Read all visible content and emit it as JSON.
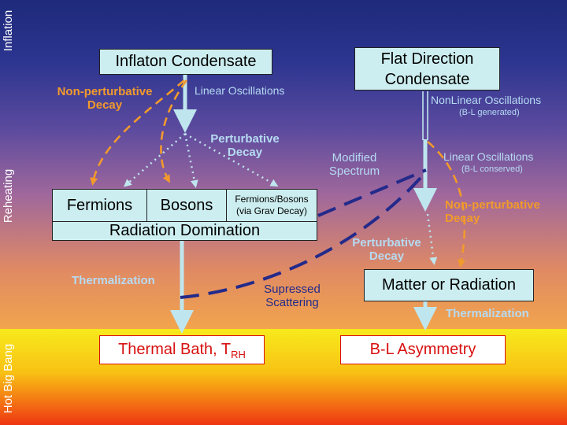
{
  "phases": {
    "inflation": "Inflation",
    "reheating": "Reheating",
    "hot_big_bang": "Hot Big Bang"
  },
  "boxes": {
    "inflaton": "Inflaton Condensate",
    "flat_direction": [
      "Flat Direction",
      "Condensate"
    ],
    "fermions": "Fermions",
    "bosons": "Bosons",
    "fermions_bosons": [
      "Fermions/Bosons",
      "(via Grav Decay)"
    ],
    "radiation_domination": "Radiation Domination",
    "matter_or_radiation": "Matter or Radiation",
    "thermal_bath": "Thermal Bath, T",
    "thermal_bath_sub": "RH",
    "bl_asymmetry": "B-L Asymmetry"
  },
  "labels": {
    "nonpert_left": [
      "Non-perturbative",
      "Decay"
    ],
    "linear_osc_left": "Linear Oscillations",
    "pert_decay_left": [
      "Perturbative",
      "Decay"
    ],
    "modified_spectrum": [
      "Modified",
      "Spectrum"
    ],
    "nonlinear_osc": "NonLinear Oscillations",
    "bl_generated": "(B-L generated)",
    "linear_osc_right": "Linear Oscillations",
    "bl_conserved": "(B-L conserved)",
    "nonpert_right": [
      "Non-perturbative",
      "Decay"
    ],
    "pert_decay_right": [
      "Perturbative",
      "Decay"
    ],
    "thermalization_left": "Thermalization",
    "suppressed_scattering": [
      "Supressed",
      "Scattering"
    ],
    "thermalization_right": "Thermalization"
  },
  "colors": {
    "box_fill": "#cdeef0",
    "arrow_light": "#bfe6ee",
    "orange": "#f29a2b",
    "navy_dashed": "#232a8a",
    "red_text": "#d81010"
  }
}
